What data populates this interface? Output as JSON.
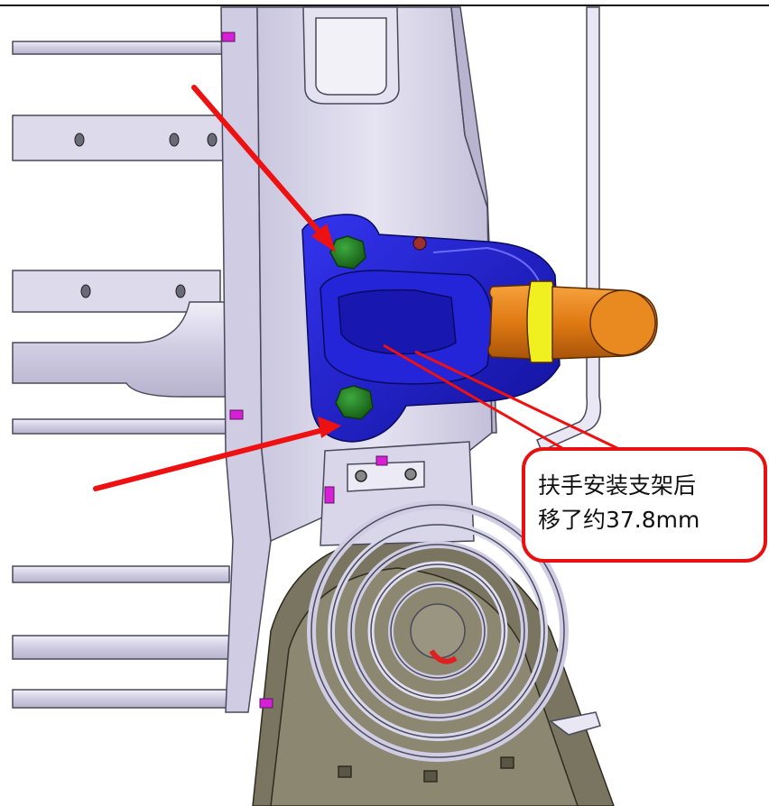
{
  "callout": {
    "line1": "扶手安装支架后",
    "line2": "移了约37.8mm"
  },
  "colors": {
    "frame": "#d9d6ea",
    "frame_shadow": "#b9b5cf",
    "edge": "#4a4a5c",
    "bracket": "#1f1fd6",
    "bracket_dark": "#10109a",
    "bolt": "#1f7a1f",
    "pin_orange": "#e07a12",
    "pin_band": "#f0f020",
    "seat_panel": "#7a7560",
    "arrow": "#ee1111",
    "callout_border": "#e81111",
    "marker_magenta": "#d61fd6"
  },
  "icons": [
    "arrow-indicator",
    "callout-bubble"
  ]
}
